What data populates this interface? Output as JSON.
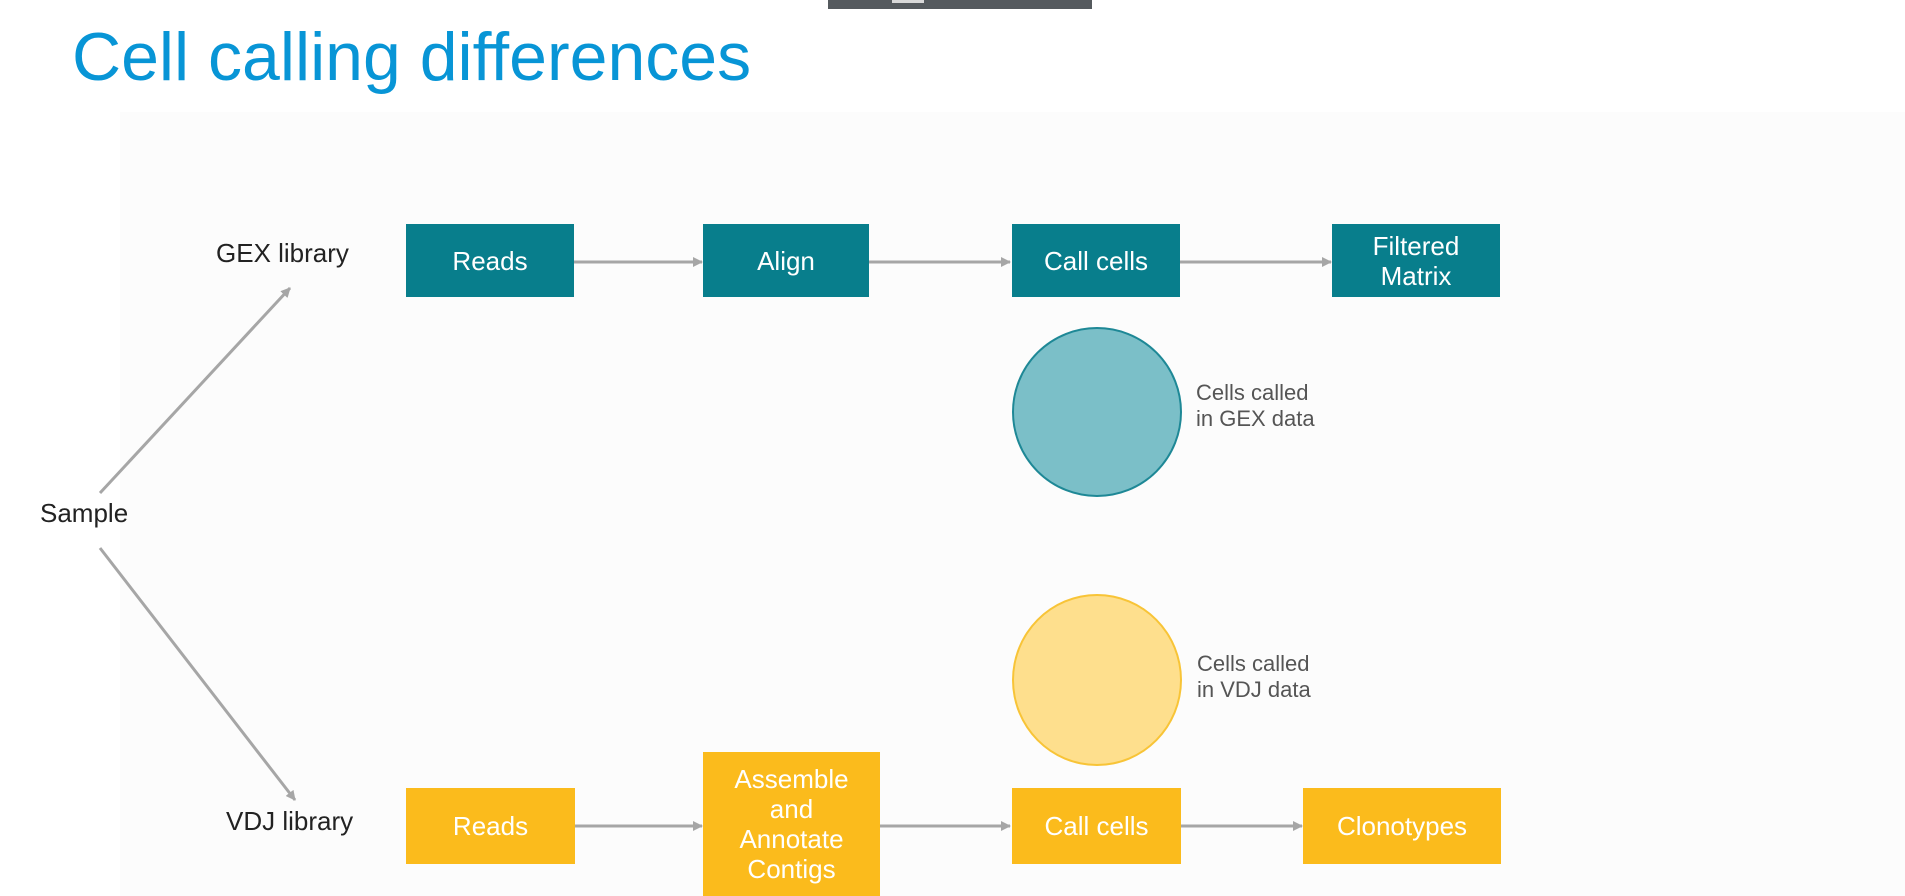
{
  "title": "Cell calling differences",
  "sample_label": "Sample",
  "gex": {
    "library_label": "GEX library",
    "steps": [
      "Reads",
      "Align",
      "Call cells"
    ],
    "final_step": [
      "Filtered",
      "Matrix"
    ],
    "color": "#087e8c"
  },
  "vdj": {
    "library_label": "VDJ library",
    "steps": [
      "Reads"
    ],
    "assemble_step": [
      "Assemble",
      "and",
      "Annotate",
      "Contigs"
    ],
    "call_step": "Call cells",
    "final_step": "Clonotypes",
    "color": "#fbbb1c"
  },
  "legend": {
    "gex_note": [
      "Cells called",
      "in GEX data"
    ],
    "vdj_note": [
      "Cells called",
      "in VDJ data"
    ],
    "gex_circle_color": "#7bbfc8",
    "vdj_circle_color": "#fedf8d"
  },
  "colors": {
    "title": "#0895d6",
    "arrow": "#a6a6a6"
  }
}
